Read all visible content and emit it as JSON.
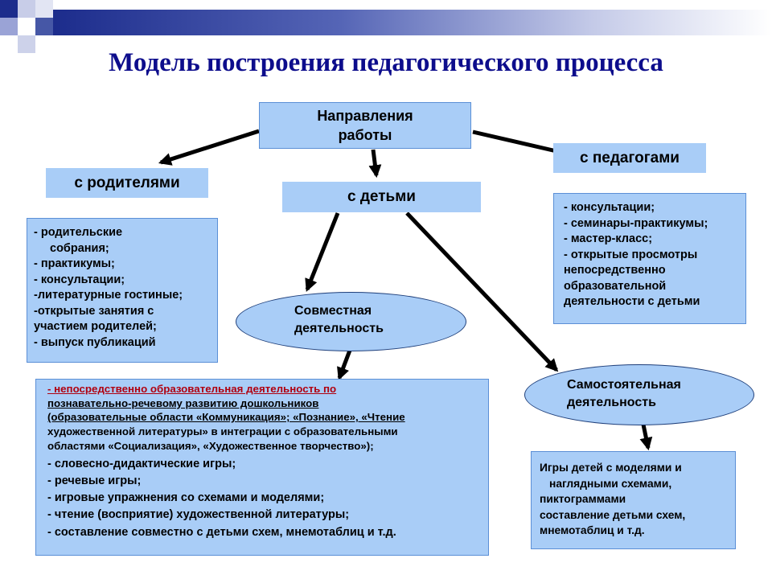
{
  "title": "Модель построения педагогического процесса",
  "colors": {
    "title": "#0d0d8c",
    "box_fill": "#a9cdf7",
    "arrow": "#000000"
  },
  "center": {
    "line1": "Направления",
    "line2": "работы"
  },
  "branches": {
    "parents": "с родителями",
    "children": "с детьми",
    "teachers": "с педагогами"
  },
  "parents_list": [
    "-  родительские",
    "собрания;",
    "-  практикумы;",
    "- консультации;",
    "-литературные гостиные;",
    "-открытые занятия с",
    "участием родителей;",
    "- выпуск публикаций"
  ],
  "teachers_list": [
    "- консультации;",
    "- семинары-практикумы;",
    "- мастер-класс;",
    "- открытые просмотры",
    "непосредственно",
    "образовательной",
    "деятельности с детьми"
  ],
  "joint": {
    "line1": "Совместная",
    "line2": "деятельность"
  },
  "independent": {
    "line1": "Самостоятельная",
    "line2": "деятельность"
  },
  "joint_list": [
    "- непосредственно образовательная деятельность по",
    "познавательно-речевому развитию дошкольников",
    "(образовательные области «Коммуникация»; «Познание», «Чтение",
    "художественной литературы» в интеграции с образовательными",
    "областями «Социализация», «Художественное творчество»);",
    "- словесно-дидактические  игры;",
    "- речевые игры;",
    "- игровые упражнения со схемами и  моделями;",
    "-    чтение (восприятие) художественной литературы;",
    "-    составление совместно с детьми схем, мнемотаблиц и т.д."
  ],
  "independent_list": [
    "Игры   детей  с моделями и",
    "наглядными схемами,",
    "пиктограммами",
    "составление детьми схем,",
    "мнемотаблиц и т.д."
  ]
}
